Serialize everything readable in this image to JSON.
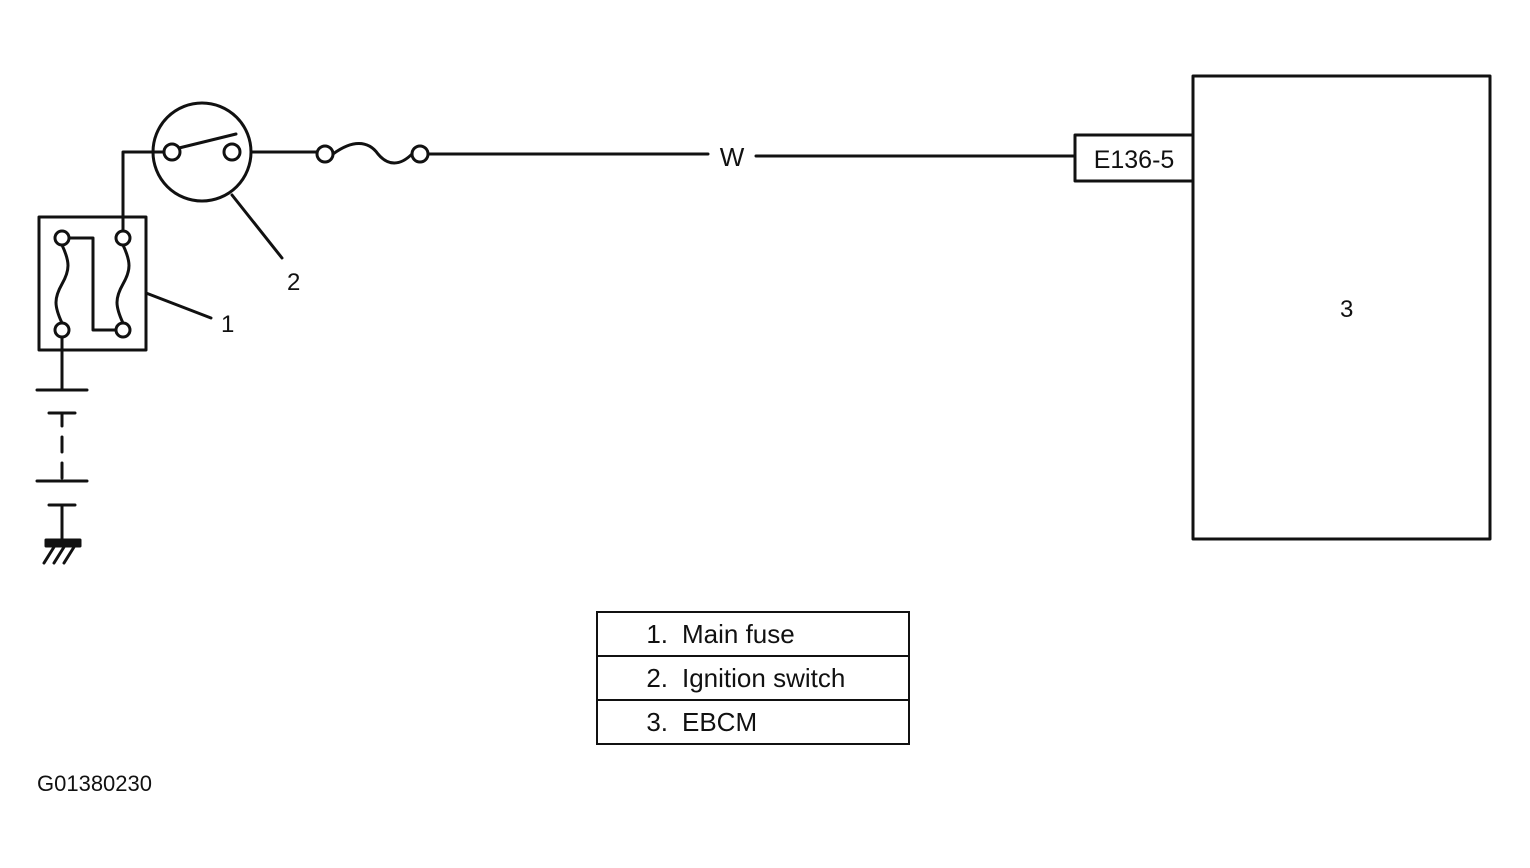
{
  "diagram": {
    "wire_color_label": "W",
    "connector_label": "E136-5",
    "callouts": [
      {
        "number": "1",
        "target": "main-fuse"
      },
      {
        "number": "2",
        "target": "ignition-switch"
      },
      {
        "number": "3",
        "target": "ebcm"
      }
    ]
  },
  "legend": {
    "items": [
      {
        "number": "1.",
        "label": "Main fuse"
      },
      {
        "number": "2.",
        "label": "Ignition switch"
      },
      {
        "number": "3.",
        "label": "EBCM"
      }
    ]
  },
  "figure_id": "G01380230"
}
